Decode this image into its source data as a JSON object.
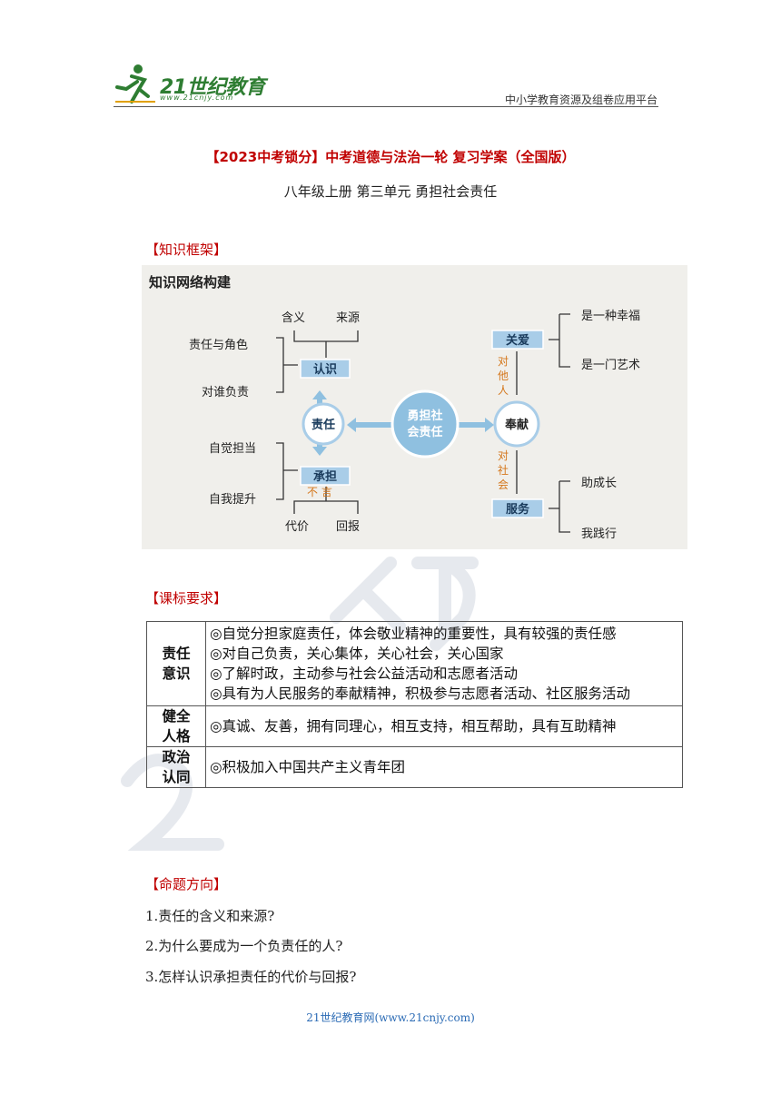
{
  "header": {
    "logo_main": "21世纪教育",
    "logo_url": "www.21cnjy.com",
    "right_text": "中小学教育资源及组卷应用平台"
  },
  "title": "【2023中考锁分】中考道德与法治一轮 复习学案（全国版）",
  "subtitle": "八年级上册 第三单元 勇担社会责任",
  "sections": {
    "framework": "【知识框架】",
    "standards": "【课标要求】",
    "direction": "【命题方向】"
  },
  "diagram": {
    "heading": "知识网络构建",
    "center": [
      "勇担社",
      "会责任"
    ],
    "left_node": "责任",
    "right_node": "奉献",
    "renshi": "认识",
    "chengdan": "承担",
    "top_left_a": "含义",
    "top_left_b": "来源",
    "left_a": "责任与角色",
    "left_b": "对谁负责",
    "left_c": "自觉担当",
    "left_d": "自我提升",
    "bottom_a": "代价",
    "bottom_b": "回报",
    "buyan": "不 言",
    "guanai": "关爱",
    "fuwu": "服务",
    "dui_taren": [
      "对",
      "他",
      "人"
    ],
    "dui_shehui": [
      "对",
      "社",
      "会"
    ],
    "right_a": "是一种幸福",
    "right_b": "是一门艺术",
    "right_c": "助成长",
    "right_d": "我践行"
  },
  "standards_table": [
    {
      "category": [
        "责任",
        "意识"
      ],
      "items": [
        "◎自觉分担家庭责任，体会敬业精神的重要性，具有较强的责任感",
        "◎对自己负责，关心集体，关心社会，关心国家",
        "◎了解时政，主动参与社会公益活动和志愿者活动",
        "◎具有为人民服务的奉献精神，积极参与志愿者活动、社区服务活动"
      ]
    },
    {
      "category": [
        "健全",
        "人格"
      ],
      "items": [
        "◎真诚、友善，拥有同理心，相互支持，相互帮助，具有互助精神"
      ]
    },
    {
      "category": [
        "政治",
        "认同"
      ],
      "items": [
        "◎积极加入中国共产主义青年团"
      ]
    }
  ],
  "questions": [
    "1.责任的含义和来源?",
    "2.为什么要成为一个负责任的人?",
    "3.怎样认识承担责任的代价与回报?"
  ],
  "footer": "21世纪教育网(www.21cnjy.com)",
  "colors": {
    "title_red": "#c00000",
    "box_blue": "#a9cde8",
    "arrow_blue": "#8fc0e0",
    "accent_orange": "#d4761a",
    "footer_blue": "#2b6bb5"
  }
}
